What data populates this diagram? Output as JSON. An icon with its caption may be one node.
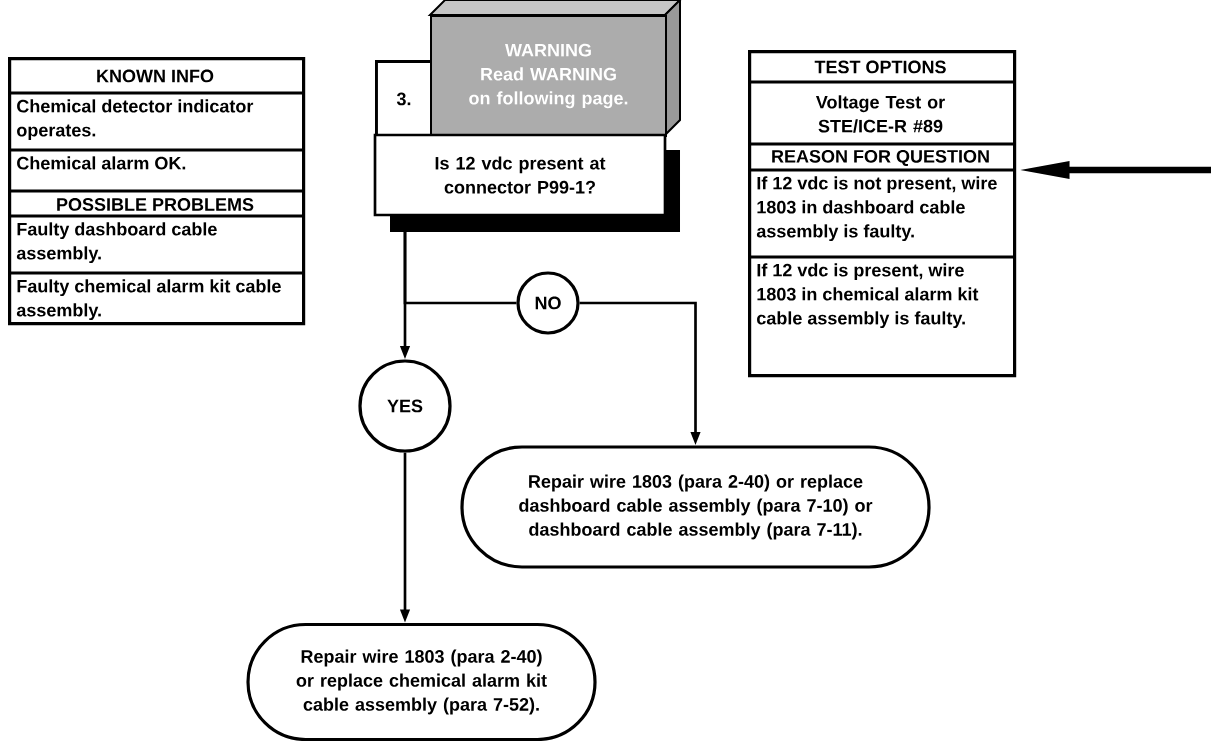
{
  "diagram": {
    "nodes": [
      {
        "text": [
          "KNOWN INFO",
          "Chemical detector indicator operates.",
          "Chemical alarm OK.",
          "POSSIBLE PROBLEMS",
          "Faulty dashboard cable assembly.",
          "Faulty chemical alarm kit cable assembly."
        ]
      },
      {
        "text": [
          "3."
        ]
      },
      {
        "text": [
          "WARNING",
          "Read WARNING on following page."
        ]
      },
      {
        "text": [
          "Is 12 vdc present at connector P99-1?"
        ]
      },
      {
        "text": [
          "TEST OPTIONS",
          "Voltage Test or STE/ICE-R #89",
          "REASON FOR QUESTION",
          "If 12 vdc is not present, wire 1803 in dashboard cable assembly is faulty.",
          "If 12 vdc is present, wire 1803 in chemical alarm kit cable assembly is faulty."
        ]
      },
      {
        "text": [
          "NO"
        ]
      },
      {
        "text": [
          "YES"
        ]
      },
      {
        "text": [
          "Repair wire 1803 (para 2-40) or replace dashboard cable assembly (para 7-10) or dashboard cable assembly (para 7-11)."
        ]
      },
      {
        "text": [
          "Repair wire 1803 (para 2-40) or replace chemical alarm kit cable assembly (para 7-52)."
        ]
      }
    ],
    "edges": [
      {
        "from": 3,
        "to": 6,
        "arrow": "to"
      },
      {
        "from": 3,
        "to": 5,
        "arrow": "none"
      },
      {
        "from": 5,
        "to": 7,
        "arrow": "to"
      },
      {
        "from": 6,
        "to": 8,
        "arrow": "to"
      },
      {
        "from": null,
        "to": 4,
        "arrow": "to",
        "style": "thick"
      }
    ]
  }
}
